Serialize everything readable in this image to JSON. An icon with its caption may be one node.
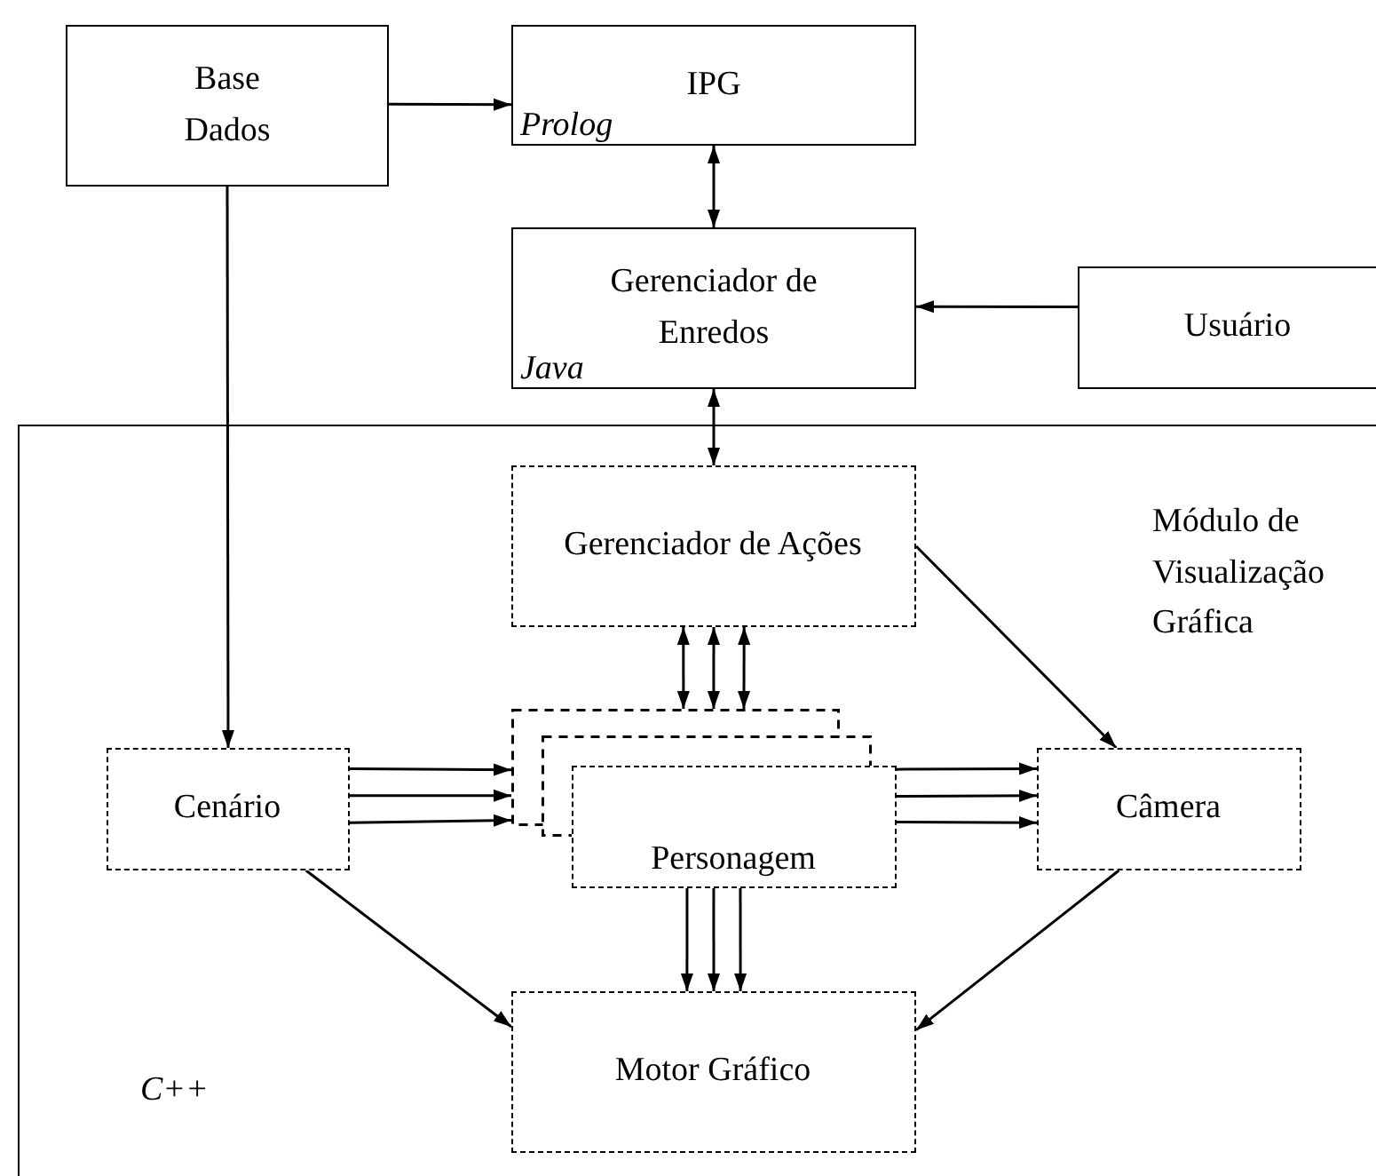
{
  "diagram": {
    "nodes": [
      {
        "text": [
          "Base Dados"
        ]
      },
      {
        "text": [
          "IPG",
          "Prolog"
        ]
      },
      {
        "text": [
          "Gerenciador de Enredos",
          "Java"
        ]
      },
      {
        "text": [
          "Usuário"
        ]
      },
      {
        "text": [
          "Módulo de Visualização Gráfica",
          "C++"
        ]
      },
      {
        "text": [
          "Gerenciador de Ações"
        ],
        "in": 4
      },
      {
        "text": [
          "Cenário"
        ],
        "in": 4
      },
      {
        "text": [],
        "shape": "box",
        "in": 4
      },
      {
        "text": [],
        "shape": "box",
        "in": 4
      },
      {
        "text": [
          "Personagem"
        ],
        "in": 4
      },
      {
        "text": [
          "Câmera"
        ],
        "in": 4
      },
      {
        "text": [
          "Motor Gráfico"
        ],
        "in": 4
      }
    ],
    "edges": [
      {
        "from": 0,
        "to": 1,
        "arrow": "to"
      },
      {
        "from": 1,
        "to": 2,
        "arrow": "both"
      },
      {
        "from": 3,
        "to": 2,
        "arrow": "to"
      },
      {
        "from": 2,
        "to": 5,
        "arrow": "both"
      },
      {
        "from": 0,
        "to": 6,
        "arrow": "to"
      },
      {
        "from": 5,
        "to": 10,
        "arrow": "to"
      },
      {
        "from": 5,
        "to": 7,
        "arrow": "both"
      },
      {
        "from": 5,
        "to": 7,
        "arrow": "both"
      },
      {
        "from": 5,
        "to": 7,
        "arrow": "both"
      },
      {
        "from": 6,
        "to": 7,
        "arrow": "to"
      },
      {
        "from": 6,
        "to": 7,
        "arrow": "to"
      },
      {
        "from": 6,
        "to": 7,
        "arrow": "to"
      },
      {
        "from": 9,
        "to": 10,
        "arrow": "to"
      },
      {
        "from": 9,
        "to": 10,
        "arrow": "to"
      },
      {
        "from": 9,
        "to": 10,
        "arrow": "to"
      },
      {
        "from": 9,
        "to": 11,
        "arrow": "to"
      },
      {
        "from": 9,
        "to": 11,
        "arrow": "to"
      },
      {
        "from": 9,
        "to": 11,
        "arrow": "to"
      },
      {
        "from": 6,
        "to": 11,
        "arrow": "to"
      },
      {
        "from": 10,
        "to": 11,
        "arrow": "to"
      }
    ]
  }
}
